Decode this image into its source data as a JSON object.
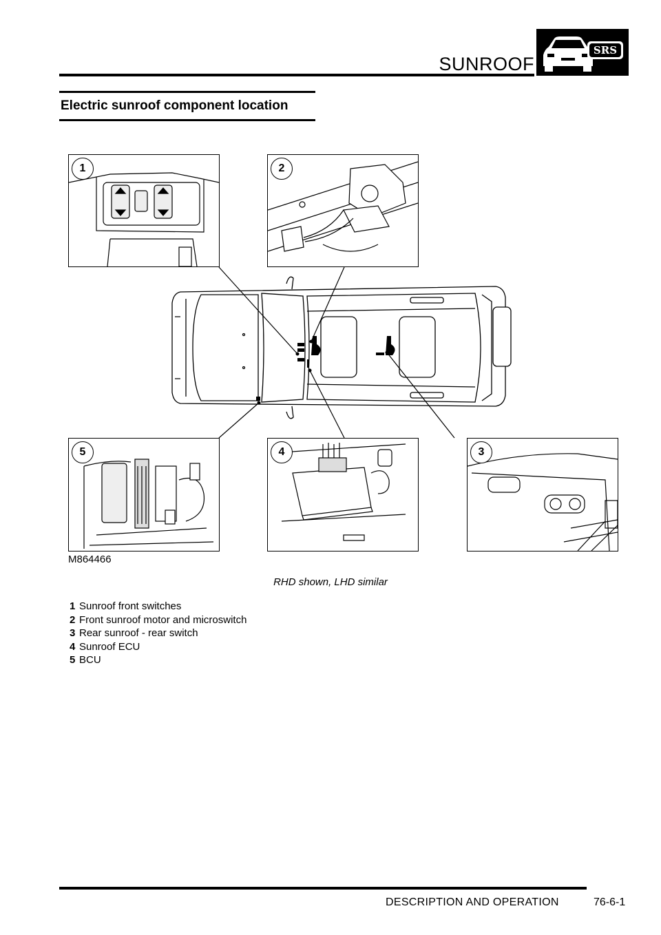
{
  "header": {
    "title": "SUNROOF",
    "badge_text": "SRS"
  },
  "section": {
    "title": "Electric sunroof component location"
  },
  "figure": {
    "id": "M864466",
    "caption": "RHD shown, LHD similar",
    "callouts": [
      "1",
      "2",
      "3",
      "4",
      "5"
    ]
  },
  "legend": [
    {
      "num": "1",
      "text": "Sunroof front switches"
    },
    {
      "num": "2",
      "text": "Front sunroof motor and microswitch"
    },
    {
      "num": "3",
      "text": "Rear sunroof - rear switch"
    },
    {
      "num": "4",
      "text": "Sunroof ECU"
    },
    {
      "num": "5",
      "text": "BCU"
    }
  ],
  "footer": {
    "section": "DESCRIPTION AND OPERATION",
    "page": "76-6-1"
  }
}
